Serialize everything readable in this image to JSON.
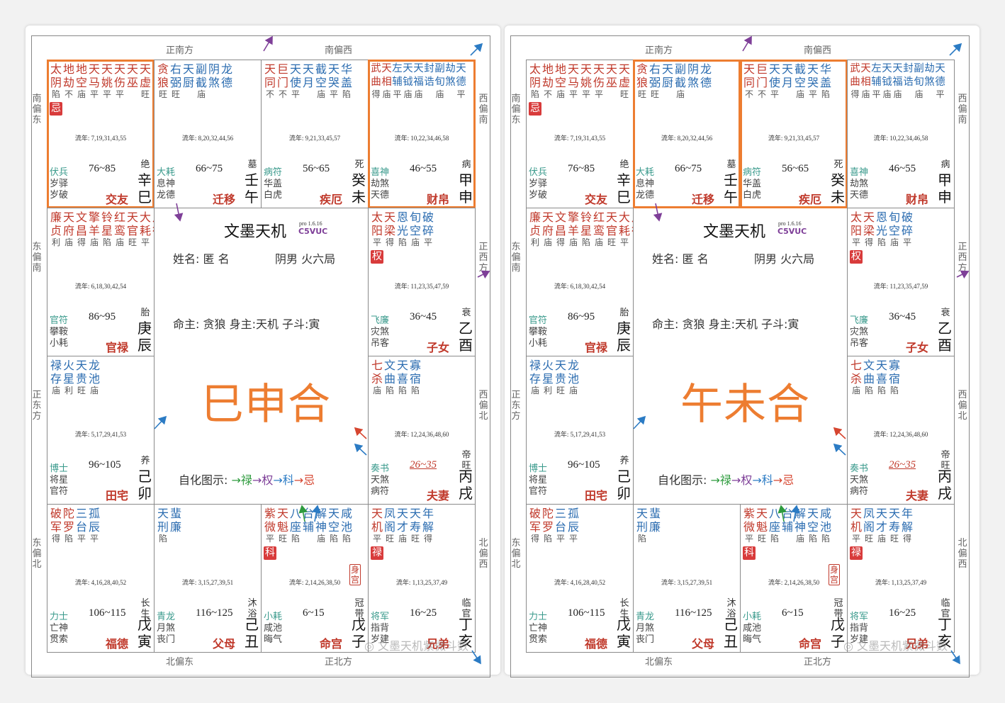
{
  "directions": {
    "top_left": "正南方",
    "top_right": "南偏西",
    "bottom_left": "北偏东",
    "bottom_right": "正北方",
    "left": [
      "南偏东",
      "东偏南",
      "正东方",
      "东偏北"
    ],
    "right": [
      "西偏南",
      "正西方",
      "西偏北",
      "北偏西"
    ]
  },
  "center": {
    "app_name": "文墨天机",
    "version": "pro 1.6.16",
    "code": "C5VUC",
    "name_label": "姓名: 匿 名",
    "gender_label": "阴男 火六局",
    "ming_line": "命主: 贪狼 身主:天机  子斗:寅",
    "legend_prefix": "自化图示: ",
    "legend": [
      {
        "text": "→禄",
        "color": "#2e9b3e"
      },
      {
        "text": "→权",
        "color": "#7e3f98"
      },
      {
        "text": "→科",
        "color": "#2b7bc4"
      },
      {
        "text": "→忌",
        "color": "#d6452f"
      }
    ]
  },
  "charts": [
    {
      "title": "巳申合",
      "highlight": [
        "si",
        "shen"
      ]
    },
    {
      "title": "午未合",
      "highlight": [
        "wu",
        "wei"
      ]
    }
  ],
  "watermark": "文墨天机紫微斗数",
  "palaces": [
    {
      "id": "si",
      "stars": [
        {
          "c": "太",
          "b": "陷",
          "col": "#c0392b"
        },
        {
          "c": "地",
          "b": "不",
          "col": "#c0392b"
        },
        {
          "c": "地",
          "b": "庙",
          "col": "#c0392b"
        },
        {
          "c": "天",
          "b": "平",
          "col": "#c0392b"
        },
        {
          "c": "天",
          "b": "平",
          "col": "#c0392b"
        },
        {
          "c": "天",
          "b": "平",
          "col": "#c0392b"
        },
        {
          "c": "天",
          "b": "",
          "col": "#c0392b"
        },
        {
          "c": "天",
          "b": "旺",
          "col": "#c0392b"
        }
      ],
      "stars2": "阴劫空马姚伤巫虚",
      "mark": "忌",
      "years": "流年: 7,19,31,43,55",
      "bl": [
        "伏兵",
        "岁驿",
        "岁破"
      ],
      "age": "76~85",
      "pal": "交友",
      "gz": [
        "辛",
        "巳"
      ],
      "cs": "绝"
    },
    {
      "id": "wu",
      "stars": [
        {
          "c": "贪",
          "b": "旺",
          "col": "#c0392b"
        },
        {
          "c": "右",
          "b": "旺",
          "col": "#2b6cb0"
        },
        {
          "c": "天",
          "b": "",
          "col": "#2b6cb0"
        },
        {
          "c": "副",
          "b": "庙",
          "col": "#2b6cb0"
        },
        {
          "c": "阴",
          "b": "",
          "col": "#2b6cb0"
        },
        {
          "c": "龙",
          "b": "",
          "col": "#2b6cb0"
        }
      ],
      "stars2": "狼弼厨截煞德",
      "years": "流年: 8,20,32,44,56",
      "bl": [
        "大耗",
        "息神",
        "龙德"
      ],
      "age": "66~75",
      "pal": "迁移",
      "gz": [
        "壬",
        "午"
      ],
      "cs": "墓"
    },
    {
      "id": "wei",
      "stars": [
        {
          "c": "天",
          "b": "不",
          "col": "#c0392b"
        },
        {
          "c": "巨",
          "b": "不",
          "col": "#c0392b"
        },
        {
          "c": "天",
          "b": "平",
          "col": "#2b6cb0"
        },
        {
          "c": "天",
          "b": "",
          "col": "#2b6cb0"
        },
        {
          "c": "截",
          "b": "庙",
          "col": "#2b6cb0"
        },
        {
          "c": "天",
          "b": "平",
          "col": "#2b6cb0"
        },
        {
          "c": "华",
          "b": "陷",
          "col": "#2b6cb0"
        }
      ],
      "stars2": "同门使月空哭盖",
      "years": "流年: 9,21,33,45,57",
      "bl": [
        "病符",
        "华盖",
        "白虎"
      ],
      "age": "56~65",
      "pal": "疾厄",
      "gz": [
        "癸",
        "未"
      ],
      "cs": "死"
    },
    {
      "id": "shen",
      "small": true,
      "stars": [
        {
          "c": "武",
          "b": "得",
          "col": "#c0392b"
        },
        {
          "c": "天",
          "b": "庙",
          "col": "#c0392b"
        },
        {
          "c": "左",
          "b": "平",
          "col": "#2b6cb0"
        },
        {
          "c": "天",
          "b": "庙",
          "col": "#2b6cb0"
        },
        {
          "c": "天",
          "b": "庙",
          "col": "#2b6cb0"
        },
        {
          "c": "封",
          "b": "",
          "col": "#2b6cb0"
        },
        {
          "c": "副",
          "b": "庙",
          "col": "#2b6cb0"
        },
        {
          "c": "劫",
          "b": "",
          "col": "#2b6cb0"
        },
        {
          "c": "天",
          "b": "平",
          "col": "#2b6cb0"
        }
      ],
      "stars2": "曲相辅钺福诰旬煞德",
      "years": "流年: 10,22,34,46,58",
      "bl": [
        "喜神",
        "劫煞",
        "天德"
      ],
      "age": "46~55",
      "pal": "财帛",
      "gz": [
        "甲",
        "申"
      ],
      "cs": "病"
    },
    {
      "id": "chen",
      "stars": [
        {
          "c": "廉",
          "b": "利",
          "col": "#c0392b"
        },
        {
          "c": "天",
          "b": "庙",
          "col": "#c0392b"
        },
        {
          "c": "文",
          "b": "得",
          "col": "#c0392b"
        },
        {
          "c": "擎",
          "b": "庙",
          "col": "#c0392b"
        },
        {
          "c": "铃",
          "b": "陷",
          "col": "#c0392b"
        },
        {
          "c": "红",
          "b": "庙",
          "col": "#c0392b"
        },
        {
          "c": "天",
          "b": "旺",
          "col": "#c0392b"
        },
        {
          "c": "大",
          "b": "平",
          "col": "#c0392b"
        },
        {
          "c": "月",
          "b": "",
          "col": "#c0392b"
        }
      ],
      "stars2": "贞府昌羊星鸾官耗德",
      "years": "流年: 6,18,30,42,54",
      "bl": [
        "官符",
        "攀鞍",
        "小耗"
      ],
      "age": "86~95",
      "pal": "官禄",
      "gz": [
        "庚",
        "辰"
      ],
      "cs": "胎"
    },
    {
      "id": "you",
      "stars": [
        {
          "c": "太",
          "b": "平",
          "col": "#c0392b"
        },
        {
          "c": "天",
          "b": "得",
          "col": "#c0392b"
        },
        {
          "c": "恩",
          "b": "陷",
          "col": "#2b6cb0"
        },
        {
          "c": "旬",
          "b": "庙",
          "col": "#2b6cb0"
        },
        {
          "c": "破",
          "b": "平",
          "col": "#2b6cb0"
        }
      ],
      "stars2": "阳梁光空碎",
      "mark": "权",
      "years": "流年: 11,23,35,47,59",
      "bl": [
        "飞廉",
        "灾煞",
        "吊客"
      ],
      "age": "36~45",
      "pal": "子女",
      "gz": [
        "乙",
        "酉"
      ],
      "cs": "衰"
    },
    {
      "id": "mao",
      "stars": [
        {
          "c": "禄",
          "b": "庙",
          "col": "#2b6cb0"
        },
        {
          "c": "火",
          "b": "利",
          "col": "#2b6cb0"
        },
        {
          "c": "天",
          "b": "旺",
          "col": "#2b6cb0"
        },
        {
          "c": "龙",
          "b": "庙",
          "col": "#2b6cb0"
        }
      ],
      "stars2": "存星贵池",
      "years": "流年: 5,17,29,41,53",
      "bl": [
        "博士",
        "将星",
        "官符"
      ],
      "age": "96~105",
      "pal": "田宅",
      "gz": [
        "己",
        "卯"
      ],
      "cs": "养"
    },
    {
      "id": "xu",
      "stars": [
        {
          "c": "七",
          "b": "庙",
          "col": "#c0392b"
        },
        {
          "c": "文",
          "b": "陷",
          "col": "#2b6cb0"
        },
        {
          "c": "天",
          "b": "陷",
          "col": "#2b6cb0"
        },
        {
          "c": "寡",
          "b": "陷",
          "col": "#2b6cb0"
        }
      ],
      "stars2": "杀曲喜宿",
      "years": "流年: 12,24,36,48,60",
      "bl": [
        "奏书",
        "天煞",
        "病符"
      ],
      "age": "26~35",
      "agealt": true,
      "pal": "夫妻",
      "gz": [
        "丙",
        "戌"
      ],
      "cs": "帝旺"
    },
    {
      "id": "yin",
      "stars": [
        {
          "c": "破",
          "b": "得",
          "col": "#c0392b"
        },
        {
          "c": "陀",
          "b": "陷",
          "col": "#c0392b"
        },
        {
          "c": "三",
          "b": "平",
          "col": "#2b6cb0"
        },
        {
          "c": "孤",
          "b": "平",
          "col": "#2b6cb0"
        }
      ],
      "stars2": "军罗台辰",
      "years": "流年: 4,16,28,40,52",
      "bl": [
        "力士",
        "亡神",
        "贯索"
      ],
      "age": "106~115",
      "pal": "福德",
      "gz": [
        "戊",
        "寅"
      ],
      "cs": "长生"
    },
    {
      "id": "chou",
      "stars": [
        {
          "c": "天",
          "b": "陷",
          "col": "#2b6cb0"
        },
        {
          "c": "蜚",
          "b": "",
          "col": "#2b6cb0"
        }
      ],
      "stars2": "刑廉",
      "years": "流年: 3,15,27,39,51",
      "bl": [
        "青龙",
        "月煞",
        "丧门"
      ],
      "age": "116~125",
      "pal": "父母",
      "gz": [
        "己",
        "丑"
      ],
      "cs": "沐浴"
    },
    {
      "id": "zi",
      "stars": [
        {
          "c": "紫",
          "b": "平",
          "col": "#c0392b"
        },
        {
          "c": "天",
          "b": "旺",
          "col": "#c0392b"
        },
        {
          "c": "八",
          "b": "陷",
          "col": "#2b6cb0"
        },
        {
          "c": "台",
          "b": "",
          "col": "#2b6cb0"
        },
        {
          "c": "解",
          "b": "庙",
          "col": "#2b6cb0"
        },
        {
          "c": "天",
          "b": "陷",
          "col": "#2b6cb0"
        },
        {
          "c": "咸",
          "b": "陷",
          "col": "#2b6cb0"
        }
      ],
      "stars2": "微魁座辅神空池",
      "mark": "科",
      "sbox": "身宫",
      "years": "流年: 2,14,26,38,50",
      "bl": [
        "小耗",
        "咸池",
        "晦气"
      ],
      "age": "6~15",
      "pal": "命宫",
      "gz": [
        "戊",
        "子"
      ],
      "cs": "冠带"
    },
    {
      "id": "hai",
      "stars": [
        {
          "c": "天",
          "b": "平",
          "col": "#c0392b"
        },
        {
          "c": "凤",
          "b": "旺",
          "col": "#2b6cb0"
        },
        {
          "c": "天",
          "b": "庙",
          "col": "#2b6cb0"
        },
        {
          "c": "天",
          "b": "旺",
          "col": "#2b6cb0"
        },
        {
          "c": "年",
          "b": "得",
          "col": "#2b6cb0"
        }
      ],
      "stars2": "机阁才寿解",
      "mark": "禄",
      "years": "流年: 1,13,25,37,49",
      "bl": [
        "将军",
        "指背",
        "岁建"
      ],
      "age": "16~25",
      "pal": "兄弟",
      "gz": [
        "丁",
        "亥"
      ],
      "cs": "临官"
    }
  ]
}
